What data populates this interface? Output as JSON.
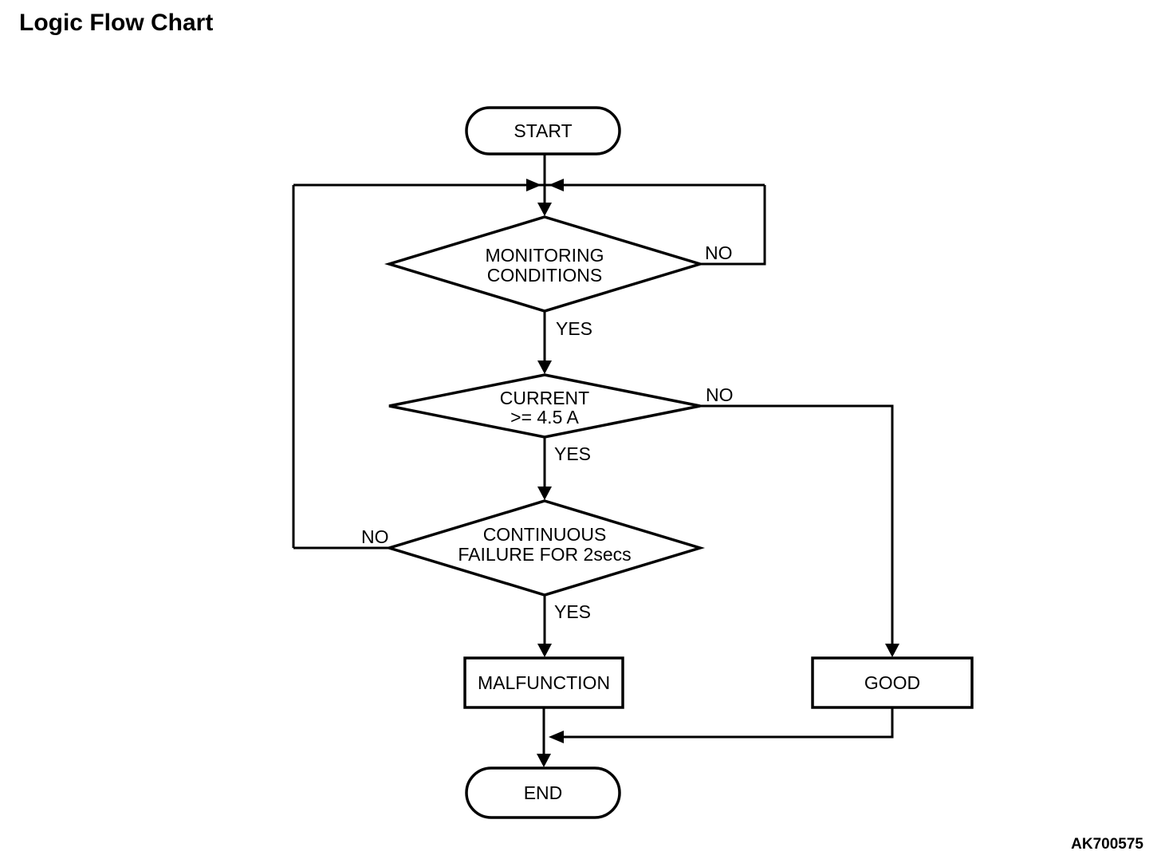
{
  "page": {
    "title": "Logic Flow Chart",
    "figure_code": "AK700575",
    "background_color": "#ffffff",
    "line_color": "#000000",
    "text_color": "#000000"
  },
  "flowchart": {
    "nodes": {
      "start": {
        "type": "terminator",
        "label": "START"
      },
      "monitoring_conditions": {
        "type": "decision",
        "line1": "MONITORING",
        "line2": "CONDITIONS"
      },
      "current_check": {
        "type": "decision",
        "line1": "CURRENT",
        "line2": ">= 4.5 A"
      },
      "continuous_failure": {
        "type": "decision",
        "line1": "CONTINUOUS",
        "line2": "FAILURE FOR 2secs"
      },
      "malfunction": {
        "type": "process",
        "label": "MALFUNCTION"
      },
      "good": {
        "type": "process",
        "label": "GOOD"
      },
      "end": {
        "type": "terminator",
        "label": "END"
      }
    },
    "edge_labels": {
      "monitoring_no": "NO",
      "monitoring_yes": "YES",
      "current_no": "NO",
      "current_yes": "YES",
      "continuous_no": "NO",
      "continuous_yes": "YES"
    }
  }
}
